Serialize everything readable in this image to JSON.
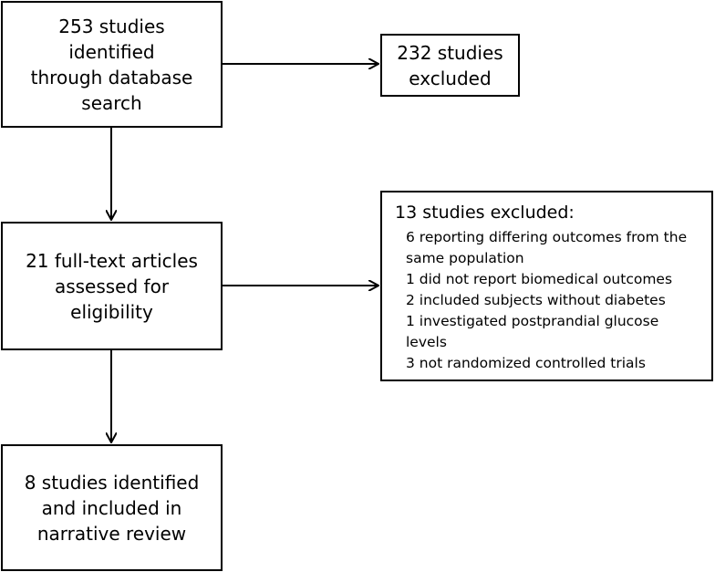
{
  "diagram": {
    "box_search": {
      "lines": [
        "253 studies identified",
        "through database",
        "search"
      ]
    },
    "box_excluded_1": {
      "lines": [
        "232 studies",
        "excluded"
      ]
    },
    "box_fulltext": {
      "lines": [
        "21 full-text articles",
        "assessed for eligibility"
      ]
    },
    "box_excluded_2": {
      "heading": "13 studies excluded:",
      "items": [
        "6 reporting differing outcomes from the",
        "same population",
        "1 did not report biomedical outcomes",
        "2 included subjects without diabetes",
        "1 investigated postprandial glucose",
        "levels",
        "3 not randomized controlled trials"
      ]
    },
    "box_included": {
      "lines": [
        "8 studies identified",
        "and included in",
        "narrative review"
      ]
    }
  }
}
